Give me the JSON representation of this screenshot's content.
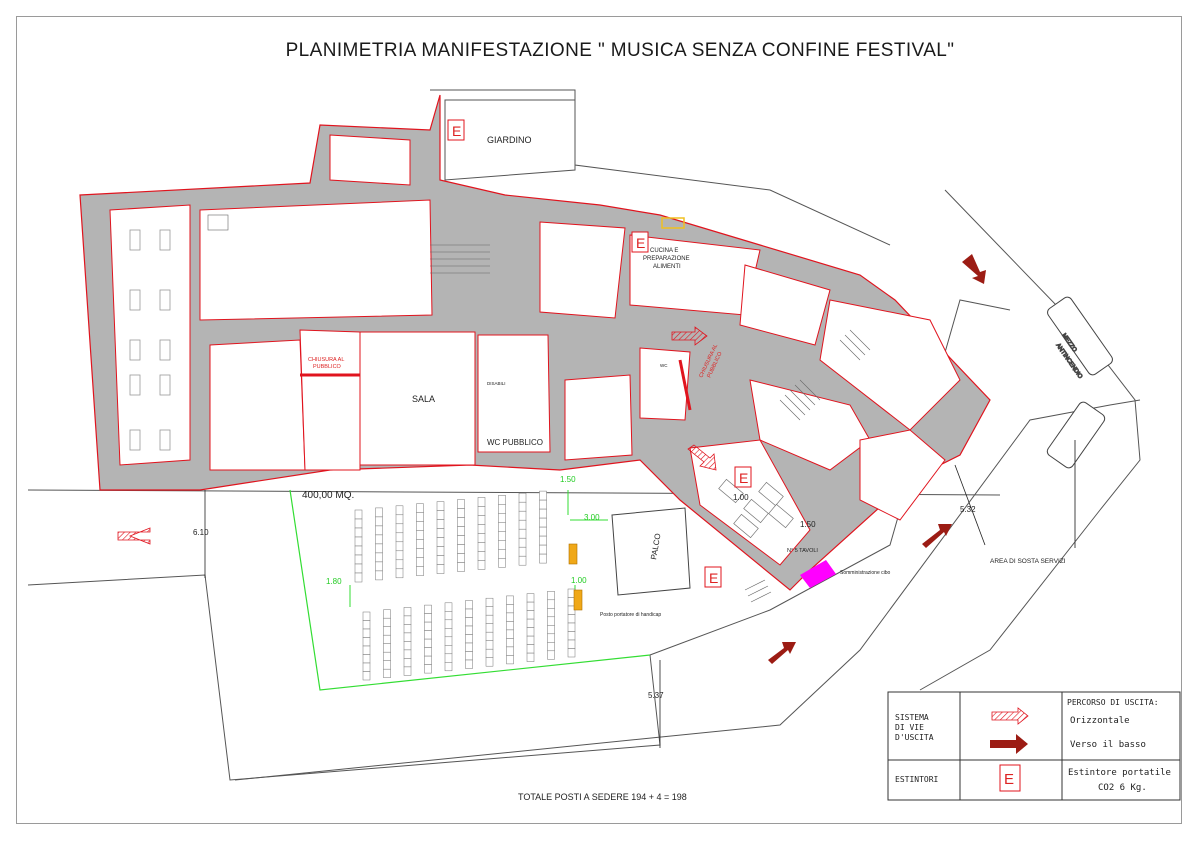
{
  "title": "PLANIMETRIA MANIFESTAZIONE \" MUSICA SENZA CONFINE FESTIVAL\"",
  "rooms": {
    "giardino": "GIARDINO",
    "sala": "SALA",
    "wc_pubblico": "WC PUBBLICO",
    "cucina_1": "CUCINA E",
    "cucina_2": "PREPARAZIONE",
    "cucina_3": "ALIMENTI",
    "palco": "PALCO",
    "tavoli": "N° 5 TAVOLI",
    "chiusura_1a": "CHIUSURA AL",
    "chiusura_1b": "PUBBLICO",
    "chiusura_2a": "CHIUSURA AL",
    "chiusura_2b": "PUBBLICO",
    "somministrazione": "Somministrazione cibo",
    "posto_handicap": "Posto portatore di handicap",
    "area_sosta": "AREA DI SOSTA SERVIZI",
    "mezzo": "MEZZO",
    "antincendio": "ANTINCENDIO",
    "disabili": "DISABILI",
    "wc_disabili": "WC",
    "extinguisher_letter": "E"
  },
  "dimensions": {
    "area": "400,00 MQ.",
    "d_610": "6.10",
    "d_537": "5.37",
    "d_532": "5.32",
    "g_150": "1.50",
    "g_300": "3.00",
    "g_180": "1.80",
    "g_100": "1.00",
    "t_100": "1.00",
    "t_150": "1.50"
  },
  "totals": "TOTALE POSTI A SEDERE 194 + 4 = 198",
  "legend": {
    "heading": "PERCORSO DI USCITA:",
    "sistema_1": "SISTEMA",
    "sistema_2": "DI VIE",
    "sistema_3": "D'USCITA",
    "orizzontale": "Orizzontale",
    "verso_basso": "Verso il basso",
    "estintori": "ESTINTORI",
    "estintore_1": "Estintore portatile",
    "estintore_2": "CO2 6 Kg."
  },
  "colors": {
    "wall": "#b4b4b4",
    "red_line": "#e0141e",
    "green_line": "#33dd33",
    "arrow_dark": "#9c1c14",
    "magenta": "#ff00ff",
    "handicap_seat": "#f0a818"
  }
}
